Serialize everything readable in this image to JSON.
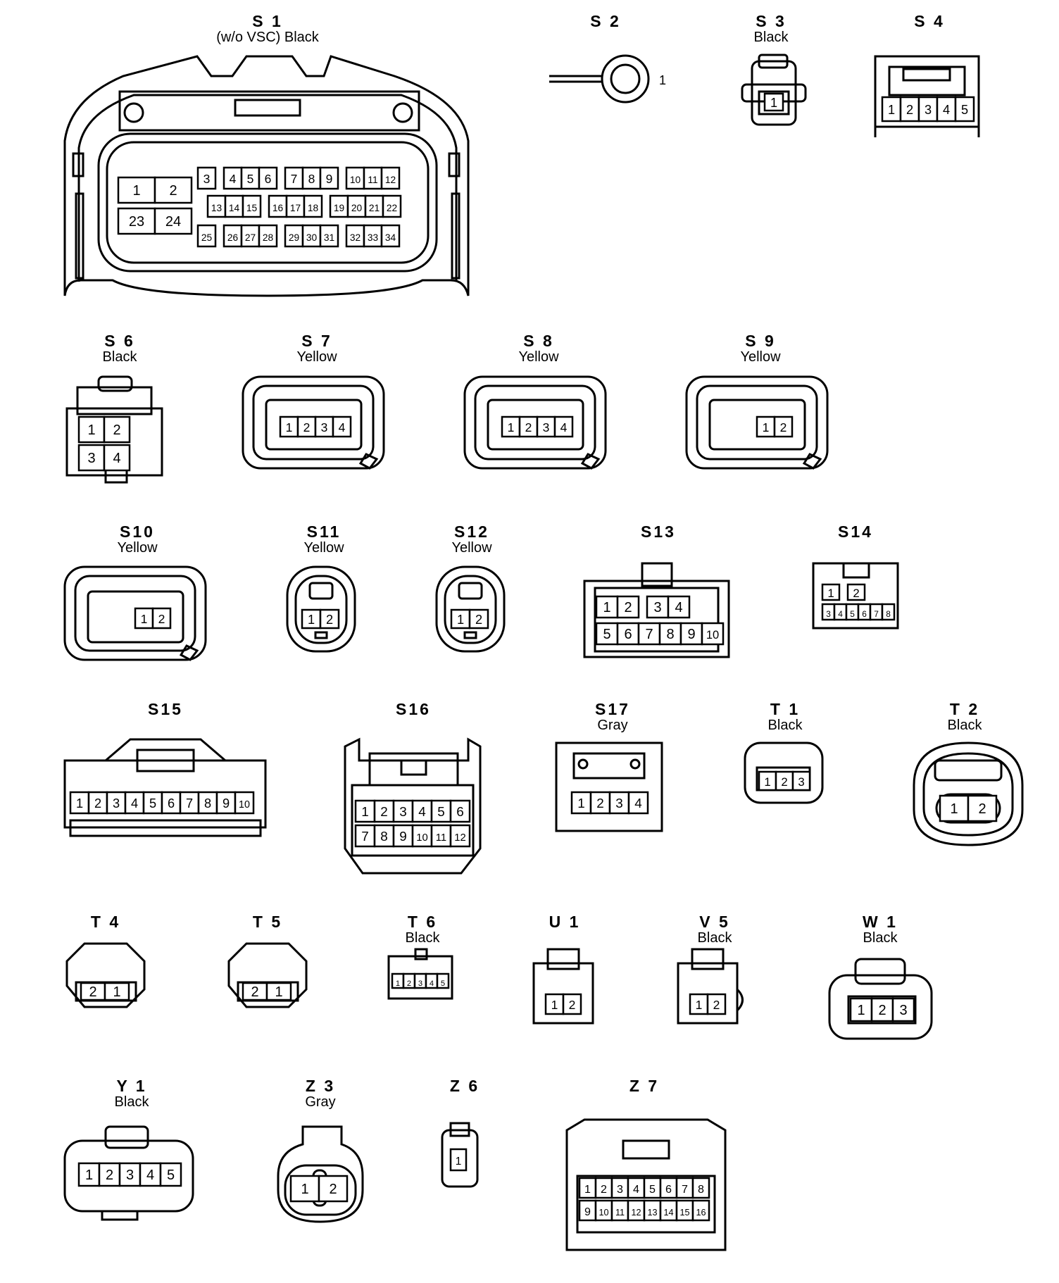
{
  "connectors": [
    {
      "id": "s1",
      "code": "S 1",
      "sub": "(w/o VSC)  Black",
      "pins": [
        [
          "1",
          "2"
        ],
        [
          "23",
          "24"
        ],
        [
          "3",
          "4",
          "5",
          "6",
          "7",
          "8",
          "9",
          "10",
          "11",
          "12"
        ],
        [
          "13",
          "14",
          "15",
          "16",
          "17",
          "18",
          "19",
          "20",
          "21",
          "22"
        ],
        [
          "25",
          "26",
          "27",
          "28",
          "29",
          "30",
          "31",
          "32",
          "33",
          "34"
        ]
      ]
    },
    {
      "id": "s2",
      "code": "S 2",
      "sub": "",
      "pins": [
        [
          "1"
        ]
      ]
    },
    {
      "id": "s3",
      "code": "S 3",
      "sub": "Black",
      "pins": [
        [
          "1"
        ]
      ]
    },
    {
      "id": "s4",
      "code": "S 4",
      "sub": "",
      "pins": [
        [
          "1",
          "2",
          "3",
          "4",
          "5"
        ]
      ]
    },
    {
      "id": "s6",
      "code": "S 6",
      "sub": "Black",
      "pins": [
        [
          "1",
          "2"
        ],
        [
          "3",
          "4"
        ]
      ]
    },
    {
      "id": "s7",
      "code": "S 7",
      "sub": "Yellow",
      "pins": [
        [
          "1",
          "2",
          "3",
          "4"
        ]
      ]
    },
    {
      "id": "s8",
      "code": "S 8",
      "sub": "Yellow",
      "pins": [
        [
          "1",
          "2",
          "3",
          "4"
        ]
      ]
    },
    {
      "id": "s9",
      "code": "S 9",
      "sub": "Yellow",
      "pins": [
        [
          "1",
          "2"
        ]
      ]
    },
    {
      "id": "s10",
      "code": "S10",
      "sub": "Yellow",
      "pins": [
        [
          "1",
          "2"
        ]
      ]
    },
    {
      "id": "s11",
      "code": "S11",
      "sub": "Yellow",
      "pins": [
        [
          "1",
          "2"
        ]
      ]
    },
    {
      "id": "s12",
      "code": "S12",
      "sub": "Yellow",
      "pins": [
        [
          "1",
          "2"
        ]
      ]
    },
    {
      "id": "s13",
      "code": "S13",
      "sub": "",
      "pins": [
        [
          "1",
          "2",
          "3",
          "4"
        ],
        [
          "5",
          "6",
          "7",
          "8",
          "9",
          "10"
        ]
      ]
    },
    {
      "id": "s14",
      "code": "S14",
      "sub": "",
      "pins": [
        [
          "1",
          "2"
        ],
        [
          "3",
          "4",
          "5",
          "6",
          "7",
          "8"
        ]
      ]
    },
    {
      "id": "s15",
      "code": "S15",
      "sub": "",
      "pins": [
        [
          "1",
          "2",
          "3",
          "4",
          "5",
          "6",
          "7",
          "8",
          "9",
          "10"
        ]
      ]
    },
    {
      "id": "s16",
      "code": "S16",
      "sub": "",
      "pins": [
        [
          "1",
          "2",
          "3",
          "4",
          "5",
          "6"
        ],
        [
          "7",
          "8",
          "9",
          "10",
          "11",
          "12"
        ]
      ]
    },
    {
      "id": "s17",
      "code": "S17",
      "sub": "Gray",
      "pins": [
        [
          "1",
          "2",
          "3",
          "4"
        ]
      ]
    },
    {
      "id": "t1",
      "code": "T 1",
      "sub": "Black",
      "pins": [
        [
          "1",
          "2",
          "3"
        ]
      ]
    },
    {
      "id": "t2",
      "code": "T 2",
      "sub": "Black",
      "pins": [
        [
          "1",
          "2"
        ]
      ]
    },
    {
      "id": "t4",
      "code": "T 4",
      "sub": "",
      "pins": [
        [
          "2",
          "1"
        ]
      ]
    },
    {
      "id": "t5",
      "code": "T 5",
      "sub": "",
      "pins": [
        [
          "2",
          "1"
        ]
      ]
    },
    {
      "id": "t6",
      "code": "T 6",
      "sub": "Black",
      "pins": [
        [
          "1",
          "2",
          "3",
          "4",
          "5"
        ]
      ]
    },
    {
      "id": "u1",
      "code": "U 1",
      "sub": "",
      "pins": [
        [
          "1",
          "2"
        ]
      ]
    },
    {
      "id": "v5",
      "code": "V 5",
      "sub": "Black",
      "pins": [
        [
          "1",
          "2"
        ]
      ]
    },
    {
      "id": "w1",
      "code": "W 1",
      "sub": "Black",
      "pins": [
        [
          "1",
          "2",
          "3"
        ]
      ]
    },
    {
      "id": "y1",
      "code": "Y 1",
      "sub": "Black",
      "pins": [
        [
          "1",
          "2",
          "3",
          "4",
          "5"
        ]
      ]
    },
    {
      "id": "z3",
      "code": "Z 3",
      "sub": "Gray",
      "pins": [
        [
          "1",
          "2"
        ]
      ]
    },
    {
      "id": "z6",
      "code": "Z 6",
      "sub": "",
      "pins": [
        [
          "1"
        ]
      ]
    },
    {
      "id": "z7",
      "code": "Z 7",
      "sub": "",
      "pins": [
        [
          "1",
          "2",
          "3",
          "4",
          "5",
          "6",
          "7",
          "8"
        ],
        [
          "9",
          "10",
          "11",
          "12",
          "13",
          "14",
          "15",
          "16"
        ]
      ]
    }
  ]
}
